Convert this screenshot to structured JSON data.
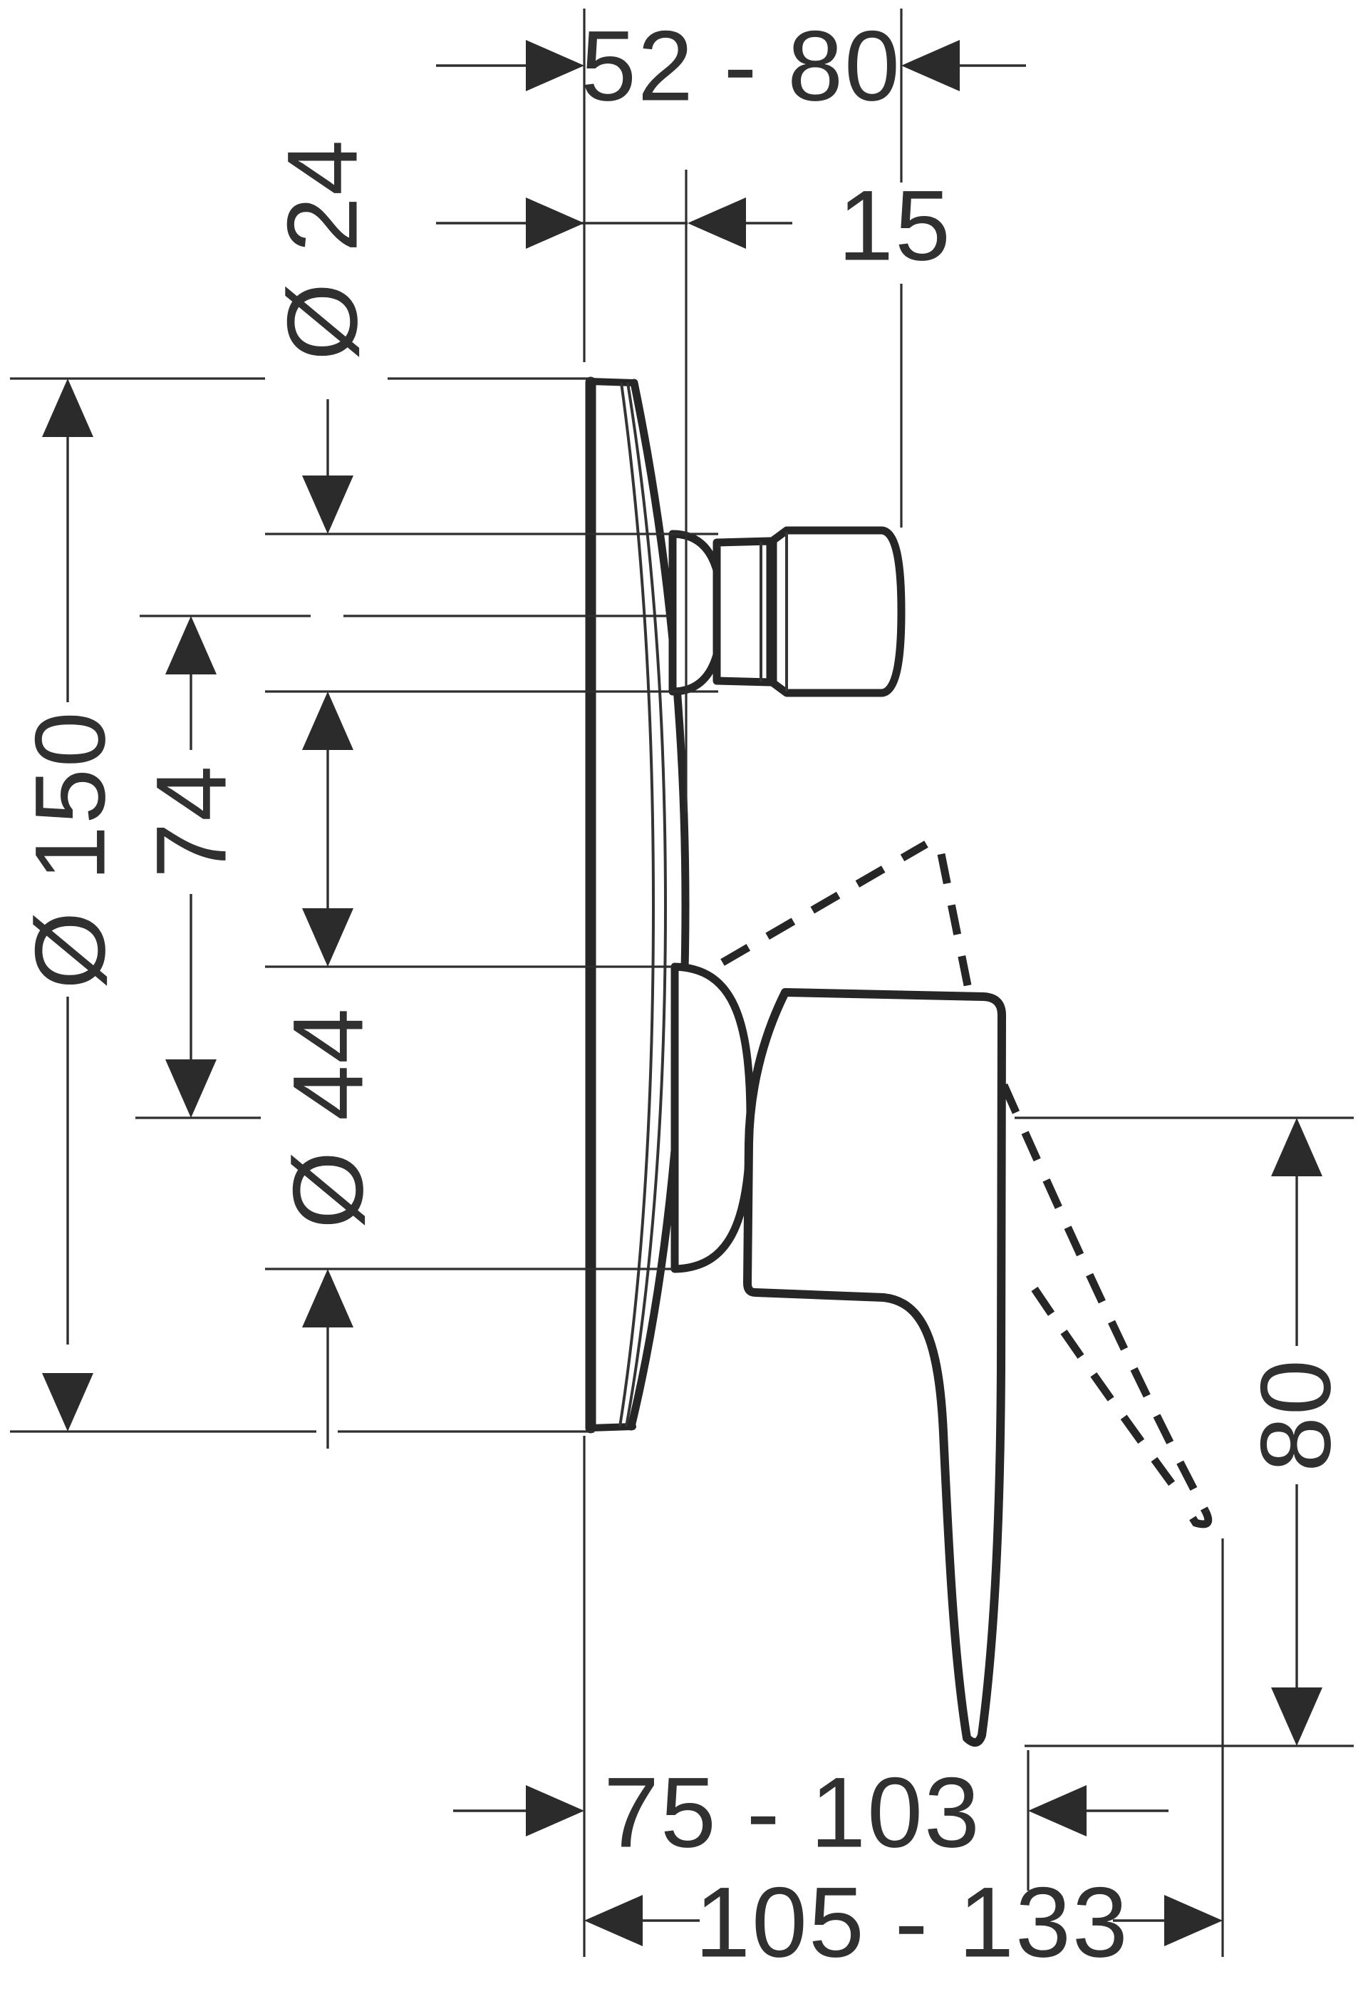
{
  "page": {
    "background": "#ffffff",
    "ink": "#2e2e2e",
    "text_color": "#303030"
  },
  "labels": {
    "projection_depth_range": "52 - 80",
    "escutcheon_depth": "15",
    "shutoff_knob_diameter": "Ø 24",
    "escutcheon_diameter": "Ø 150",
    "handle_axis_distance": "74",
    "lever_hub_diameter": "Ø 44",
    "lever_drop_height": "80",
    "lever_reach_range": "75 - 103",
    "lever_raised_reach_range": "105 - 133"
  }
}
